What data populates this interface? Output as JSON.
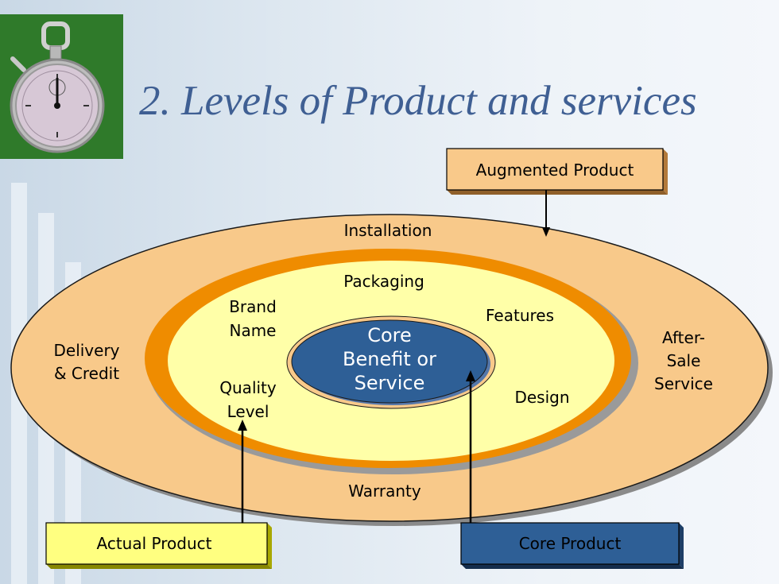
{
  "slide": {
    "title": "2.  Levels of Product and services"
  },
  "diagram": {
    "core_lines": [
      "Core",
      "Benefit or",
      "Service"
    ],
    "actual_labels": {
      "packaging": "Packaging",
      "brand_name": [
        "Brand",
        "Name"
      ],
      "features": "Features",
      "quality_level": [
        "Quality",
        "Level"
      ],
      "design": "Design"
    },
    "augmented_labels": {
      "installation": "Installation",
      "delivery_credit": [
        "Delivery",
        "& Credit"
      ],
      "after_sale_service": [
        "After-",
        "Sale",
        "Service"
      ],
      "warranty": "Warranty"
    },
    "callouts": {
      "augmented_product": "Augmented Product",
      "actual_product": "Actual Product",
      "core_product": "Core Product"
    }
  },
  "colors": {
    "outer_ellipse": "#f8c98a",
    "orange_ring": "#ef8c00",
    "inner_ellipse": "#ffffa8",
    "core_fill": "#2e5f96",
    "title": "#3f5f93",
    "augmented_box": "#f9c98a",
    "actual_box": "#ffff80",
    "core_box": "#2e5f96"
  }
}
